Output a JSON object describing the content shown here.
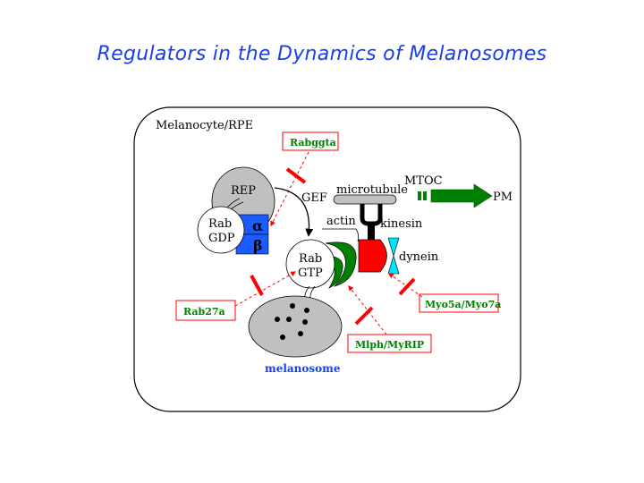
{
  "title": "Regulators in the Dynamics of Melanosomes",
  "diagram": {
    "cell_label": "Melanocyte/RPE",
    "rep": "REP",
    "rab_gdp": [
      "Rab",
      "GDP"
    ],
    "alpha": "α",
    "beta": "β",
    "gef": "GEF",
    "microtubule": "microtubule",
    "mtoc": "MTOC",
    "pm": "PM",
    "actin": "actin",
    "kinesin": "kinesin",
    "dynein": "dynein",
    "rab_gtp": [
      "Rab",
      "GTP"
    ],
    "melanosome": "melanosome",
    "regulators": {
      "rabggta": "Rabggta",
      "rab27a": "Rab27a",
      "myo5a_myo7a": "Myo5a/Myo7a",
      "mlph_myrip": "Mlph/MyRIP"
    }
  },
  "colors": {
    "title": "#1a3fe6",
    "regulator_text": "#008000",
    "regulator_border": "#ff0000",
    "inhibitor": "#ff0000",
    "myosin": "#008000",
    "motor": "#ff0000",
    "dynein": "#00ffff",
    "pm_arrow": "#008000",
    "subunit": "#1a5cff",
    "gray": "#c0c0c0"
  }
}
